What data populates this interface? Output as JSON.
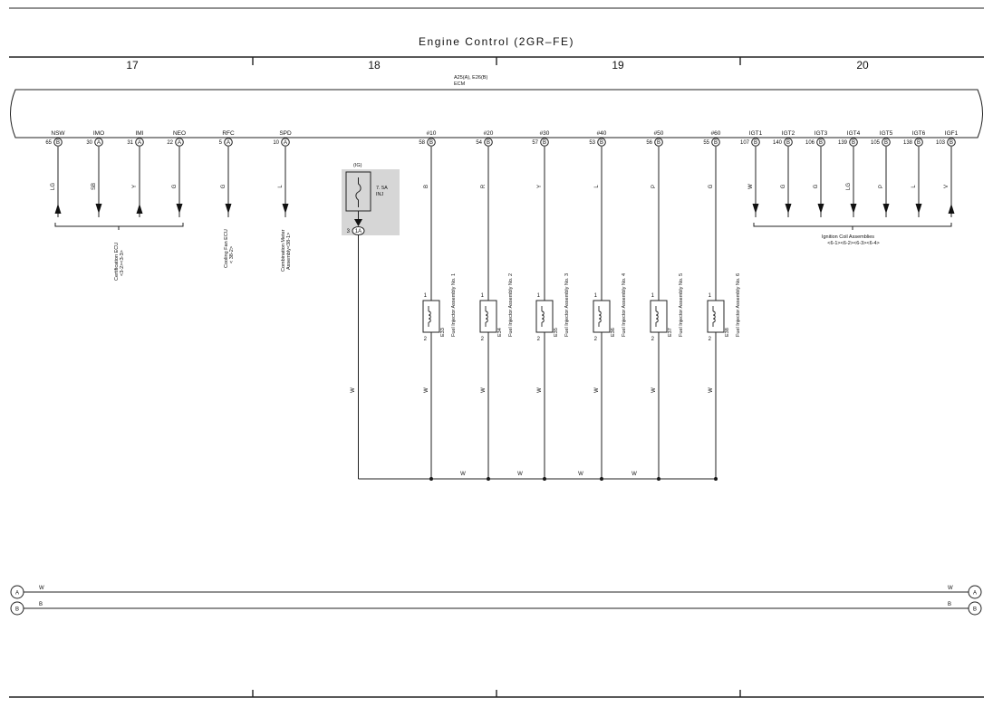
{
  "title": "Engine Control (2GR–FE)",
  "sections": [
    "17",
    "18",
    "19",
    "20"
  ],
  "ecm": {
    "connectors": "A25(A), E26(B)",
    "label": "ECM"
  },
  "pins": [
    {
      "name": "NSW",
      "num": "65",
      "conn": "B",
      "wire": "LG",
      "dir": "up"
    },
    {
      "name": "IMO",
      "num": "30",
      "conn": "A",
      "wire": "SB",
      "dir": "down"
    },
    {
      "name": "IMI",
      "num": "31",
      "conn": "A",
      "wire": "Y",
      "dir": "up"
    },
    {
      "name": "NEO",
      "num": "22",
      "conn": "A",
      "wire": "G",
      "dir": "down"
    },
    {
      "name": "RFC",
      "num": "5",
      "conn": "A",
      "wire": "G",
      "dir": "down"
    },
    {
      "name": "SPD",
      "num": "10",
      "conn": "A",
      "wire": "L",
      "dir": "down"
    },
    {
      "name": "#10",
      "num": "58",
      "conn": "B",
      "wire": "B",
      "dir": ""
    },
    {
      "name": "#20",
      "num": "54",
      "conn": "B",
      "wire": "R",
      "dir": ""
    },
    {
      "name": "#30",
      "num": "57",
      "conn": "B",
      "wire": "Y",
      "dir": ""
    },
    {
      "name": "#40",
      "num": "53",
      "conn": "B",
      "wire": "L",
      "dir": ""
    },
    {
      "name": "#50",
      "num": "56",
      "conn": "B",
      "wire": "P",
      "dir": ""
    },
    {
      "name": "#60",
      "num": "55",
      "conn": "B",
      "wire": "G",
      "dir": ""
    },
    {
      "name": "IGT1",
      "num": "107",
      "conn": "B",
      "wire": "W",
      "dir": "down"
    },
    {
      "name": "IGT2",
      "num": "140",
      "conn": "B",
      "wire": "G",
      "dir": "down"
    },
    {
      "name": "IGT3",
      "num": "106",
      "conn": "B",
      "wire": "G",
      "dir": "down"
    },
    {
      "name": "IGT4",
      "num": "139",
      "conn": "B",
      "wire": "LG",
      "dir": "down"
    },
    {
      "name": "IGT5",
      "num": "105",
      "conn": "B",
      "wire": "P",
      "dir": "down"
    },
    {
      "name": "IGT6",
      "num": "138",
      "conn": "B",
      "wire": "L",
      "dir": "down"
    },
    {
      "name": "IGF1",
      "num": "103",
      "conn": "B",
      "wire": "V",
      "dir": "up"
    }
  ],
  "labels": {
    "certification": [
      "Certification ECU",
      "<3-2><3-3>"
    ],
    "cooling_fan": [
      "Cooling Fan ECU",
      "< 38-2>"
    ],
    "combination_meter": [
      "Combination Meter",
      "Assembly<38-1>"
    ],
    "ignition": [
      "Ignition Coil Assemblies",
      "<6-1><6-2><6-3><6-4>"
    ]
  },
  "fuse": {
    "ig": "(IG)",
    "rating": "7. 5A",
    "name": "INJ",
    "pin": "3",
    "conn": "1A"
  },
  "injectors": [
    {
      "code": "E33",
      "name": "Fuel Injector Assembly No. 1"
    },
    {
      "code": "E34",
      "name": "Fuel Injector Assembly No. 2"
    },
    {
      "code": "E35",
      "name": "Fuel Injector Assembly No. 3"
    },
    {
      "code": "E36",
      "name": "Fuel Injector Assembly No. 4"
    },
    {
      "code": "E37",
      "name": "Fuel Injector Assembly No. 5"
    },
    {
      "code": "E38",
      "name": "Fuel Injector Assembly No. 6"
    }
  ],
  "injector_pins": {
    "top": "1",
    "bottom": "2"
  },
  "injector_wire": "W",
  "fuse_wire": "W",
  "bus_labels": [
    "W",
    "W",
    "W",
    "W"
  ],
  "bus_lines": [
    {
      "letter": "A",
      "wire": "W"
    },
    {
      "letter": "B",
      "wire": "B"
    }
  ]
}
